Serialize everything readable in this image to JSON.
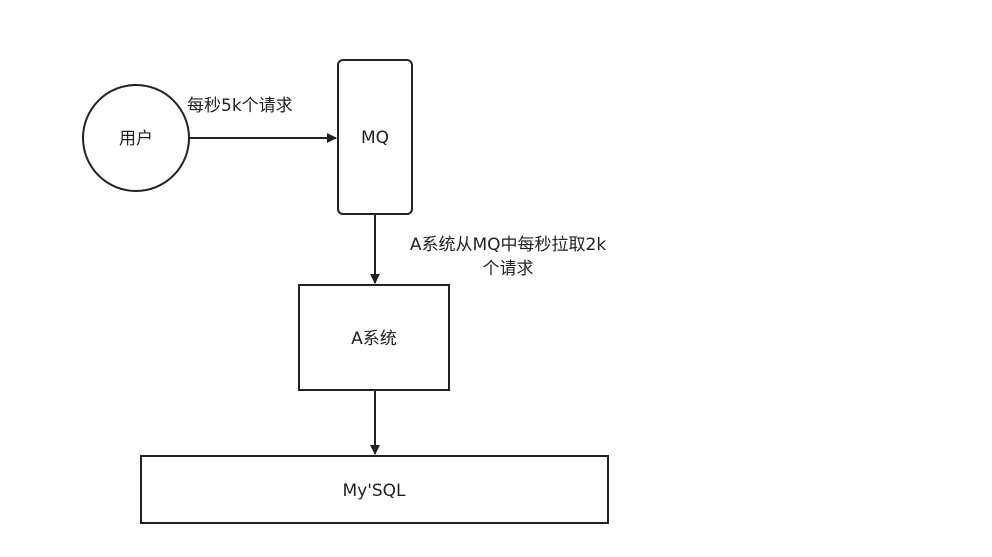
{
  "nodes": {
    "user": {
      "label": "用户",
      "shape": "circle"
    },
    "mq": {
      "label": "MQ",
      "shape": "rounded-rectangle"
    },
    "system_a": {
      "label": "A系统",
      "shape": "rectangle"
    },
    "mysql": {
      "label": "My'SQL",
      "shape": "rectangle"
    }
  },
  "edges": {
    "user_to_mq": {
      "label": "每秒5k个请求"
    },
    "mq_to_a": {
      "label_line1": "A系统从MQ中每秒拉取2k",
      "label_line2": "个请求"
    },
    "a_to_mysql": {
      "label": ""
    }
  },
  "colors": {
    "stroke": "#222222",
    "fill": "#ffffff",
    "text": "#222222"
  }
}
